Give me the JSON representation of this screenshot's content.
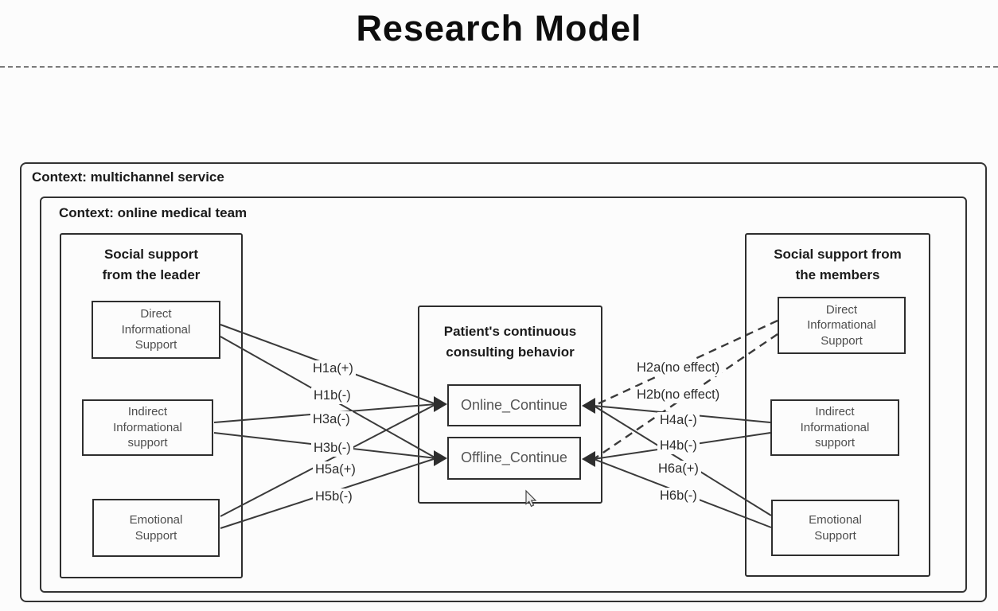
{
  "title": "Research Model",
  "contexts": {
    "outer": "Context: multichannel service",
    "inner": "Context: online medical team"
  },
  "leader": {
    "title": "Social support\nfrom the leader",
    "direct": "Direct\nInformational\nSupport",
    "indirect": "Indirect\nInformational\nsupport",
    "emotional": "Emotional\nSupport"
  },
  "members": {
    "title": "Social support from\nthe members",
    "direct": "Direct\nInformational\nSupport",
    "indirect": "Indirect\nInformational\nsupport",
    "emotional": "Emotional\nSupport"
  },
  "center": {
    "title": "Patient's continuous\nconsulting behavior",
    "online": "Online_Continue",
    "offline": "Offline_Continue"
  },
  "hypotheses": {
    "h1a": "H1a(+)",
    "h1b": "H1b(-)",
    "h3a": "H3a(-)",
    "h3b": "H3b(-)",
    "h5a": "H5a(+)",
    "h5b": "H5b(-)",
    "h2a": "H2a(no effect)",
    "h2b": "H2b(no effect)",
    "h4a": "H4a(-)",
    "h4b": "H4b(-)",
    "h6a": "H6a(+)",
    "h6b": "H6b(-)"
  },
  "edges": [
    {
      "id": "H1a",
      "from": "leader-direct-informational-support",
      "to": "online-continue",
      "effect": "+",
      "style": "solid"
    },
    {
      "id": "H1b",
      "from": "leader-direct-informational-support",
      "to": "offline-continue",
      "effect": "-",
      "style": "solid"
    },
    {
      "id": "H3a",
      "from": "leader-indirect-informational-support",
      "to": "online-continue",
      "effect": "-",
      "style": "solid"
    },
    {
      "id": "H3b",
      "from": "leader-indirect-informational-support",
      "to": "offline-continue",
      "effect": "-",
      "style": "solid"
    },
    {
      "id": "H5a",
      "from": "leader-emotional-support",
      "to": "online-continue",
      "effect": "+",
      "style": "solid"
    },
    {
      "id": "H5b",
      "from": "leader-emotional-support",
      "to": "offline-continue",
      "effect": "-",
      "style": "solid"
    },
    {
      "id": "H2a",
      "from": "members-direct-informational-support",
      "to": "online-continue",
      "effect": "no effect",
      "style": "dashed"
    },
    {
      "id": "H2b",
      "from": "members-direct-informational-support",
      "to": "offline-continue",
      "effect": "no effect",
      "style": "dashed"
    },
    {
      "id": "H4a",
      "from": "members-indirect-informational-support",
      "to": "online-continue",
      "effect": "-",
      "style": "solid"
    },
    {
      "id": "H4b",
      "from": "members-indirect-informational-support",
      "to": "offline-continue",
      "effect": "-",
      "style": "solid"
    },
    {
      "id": "H6a",
      "from": "members-emotional-support",
      "to": "online-continue",
      "effect": "+",
      "style": "solid"
    },
    {
      "id": "H6b",
      "from": "members-emotional-support",
      "to": "offline-continue",
      "effect": "-",
      "style": "solid"
    }
  ],
  "colors": {
    "background": "#fcfcfc",
    "line": "#3a3a3a",
    "box_border": "#2e2e2e",
    "heading_text": "#1b1b1b",
    "body_text": "#4d4d4d"
  }
}
